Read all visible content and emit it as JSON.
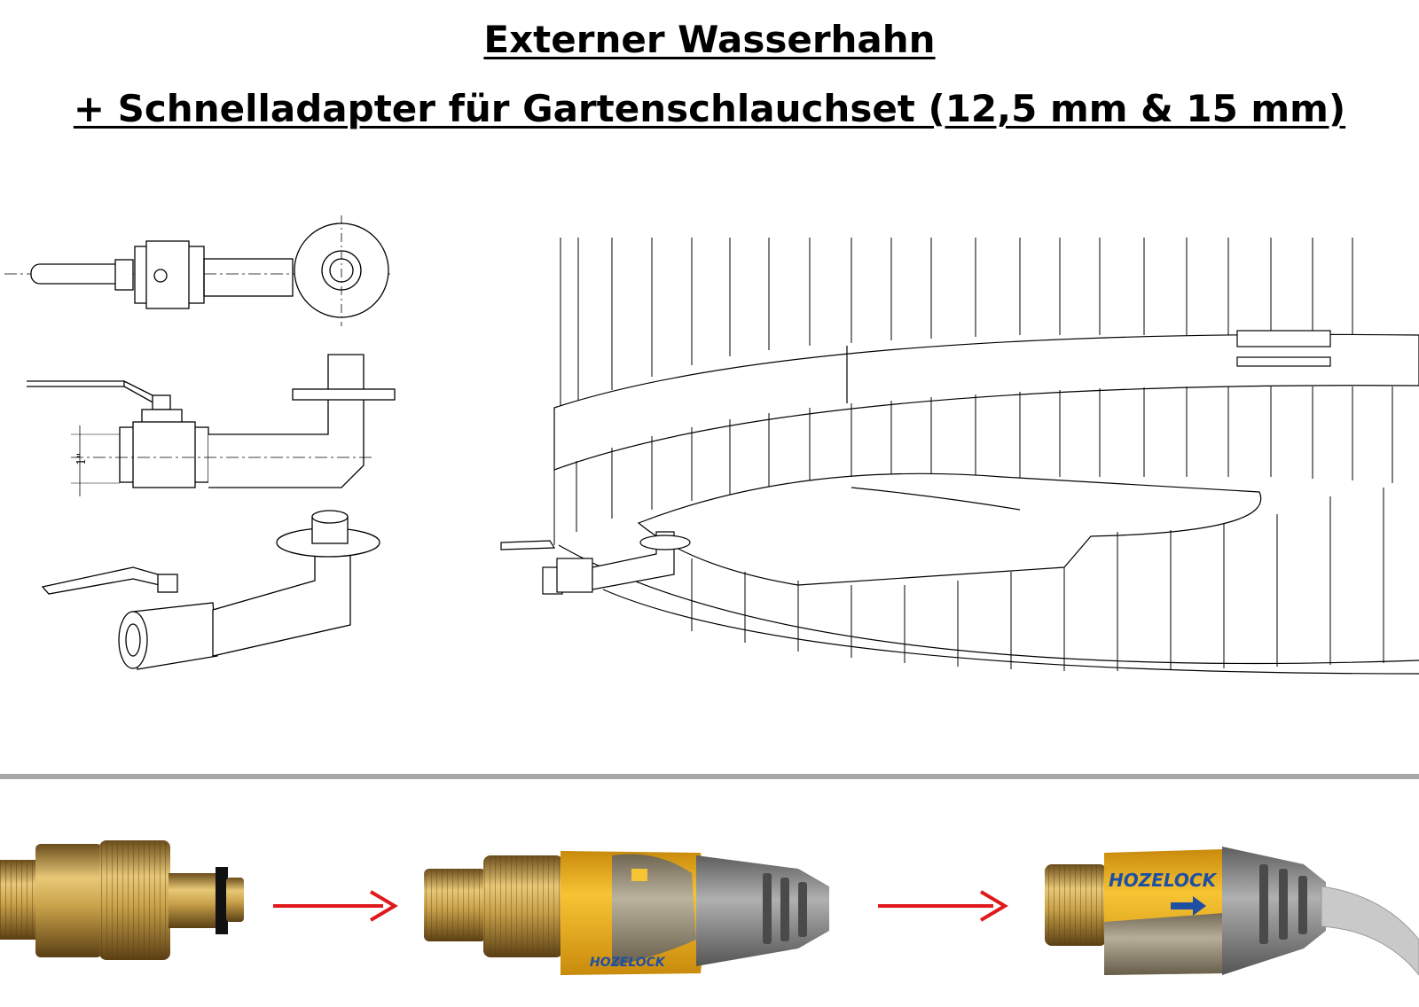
{
  "header": {
    "title_line1": "Externer Wasserhahn",
    "title_line2": "+ Schnelladapter für Gartenschlauchset (12,5 mm & 15 mm)"
  },
  "drawing": {
    "dimension_label": "1\""
  },
  "products": {
    "brand": "HOZELOCK",
    "arrow_color": "#e0191b",
    "brass_color": "#c9a24a",
    "yellow_color": "#f2b51f",
    "grey_color": "#8a8a8a"
  }
}
